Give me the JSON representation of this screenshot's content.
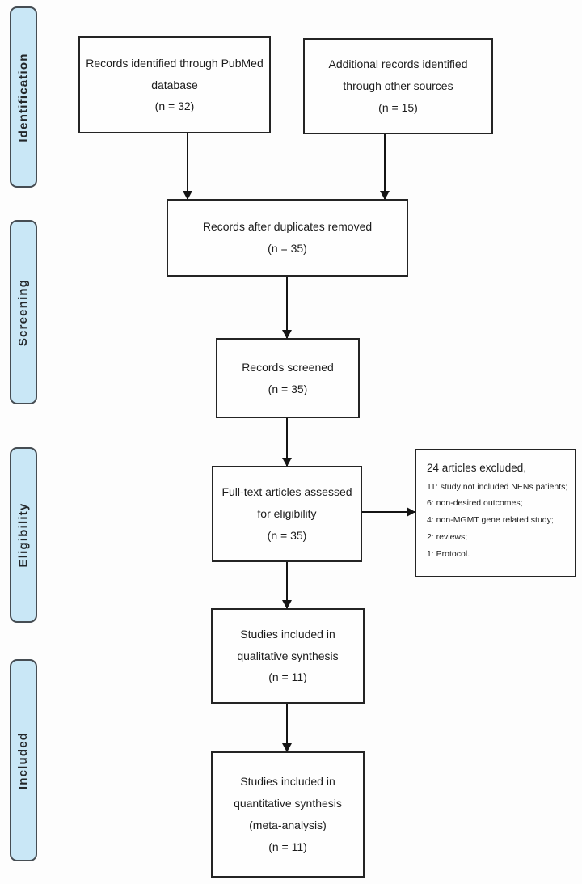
{
  "diagram": {
    "type": "prisma-flow",
    "stages": [
      {
        "label": "Identification"
      },
      {
        "label": "Screening"
      },
      {
        "label": "Eligibility"
      },
      {
        "label": "Included"
      }
    ],
    "boxes": {
      "pubmed": {
        "lines": [
          "Records identified through PubMed",
          "database",
          "(n = 32)"
        ],
        "n": 32
      },
      "other_sources": {
        "lines": [
          "Additional records identified",
          "through other sources",
          "(n = 15)"
        ],
        "n": 15
      },
      "duplicates_removed": {
        "lines": [
          "Records after duplicates removed",
          "(n = 35)"
        ],
        "n": 35
      },
      "screened": {
        "lines": [
          "Records screened",
          "(n = 35)"
        ],
        "n": 35
      },
      "fulltext": {
        "lines": [
          "Full-text articles assessed",
          "for eligibility",
          "(n = 35)"
        ],
        "n": 35
      },
      "excluded": {
        "title": "24 articles excluded,",
        "items": [
          "11: study not included NENs patients;",
          "6: non-desired outcomes;",
          "4: non-MGMT gene related study;",
          "2: reviews;",
          "1: Protocol."
        ],
        "n": 24
      },
      "qualitative": {
        "lines": [
          "Studies included in",
          "qualitative synthesis",
          "(n =  11)"
        ],
        "n": 11
      },
      "quantitative": {
        "lines": [
          "Studies included in",
          "quantitative synthesis",
          "(meta-analysis)",
          "(n = 11)"
        ],
        "n": 11
      }
    },
    "colors": {
      "stage_fill": "#c9e7f6",
      "stage_border": "#464d53",
      "box_border": "#242424",
      "arrow": "#141414",
      "text": "#1c1c1c",
      "background": "#fdfdfd"
    }
  }
}
